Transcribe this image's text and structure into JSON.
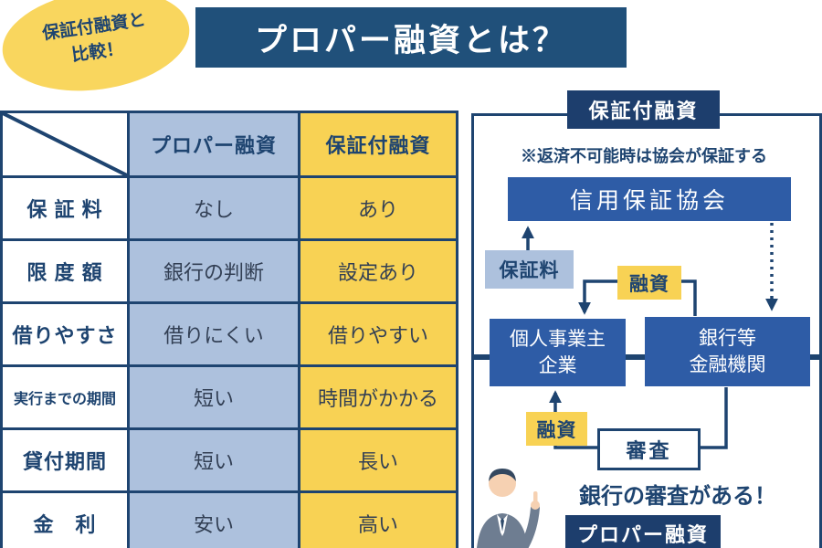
{
  "badge": {
    "line1": "保証付融資と",
    "line2": "比較！"
  },
  "title": "プロパー融資とは？",
  "table": {
    "col_headers": [
      "プロパー融資",
      "保証付融資"
    ],
    "rows": [
      {
        "label": "保 証 料",
        "proper": "なし",
        "guaranteed": "あり"
      },
      {
        "label": "限 度 額",
        "proper": "銀行の判断",
        "guaranteed": "設定あり"
      },
      {
        "label": "借りやすさ",
        "proper": "借りにくい",
        "guaranteed": "借りやすい"
      },
      {
        "label": "実行までの期間",
        "proper": "短い",
        "guaranteed": "時間がかかる"
      },
      {
        "label": "貸付期間",
        "proper": "短い",
        "guaranteed": "長い"
      },
      {
        "label": "金　利",
        "proper": "安い",
        "guaranteed": "高い"
      }
    ]
  },
  "diagram": {
    "guaranteed_label": "保証付融資",
    "note": "※返済不可能時は協会が保証する",
    "association": "信用保証協会",
    "fee": "保証料",
    "loan_top": "融資",
    "company_line1": "個人事業主",
    "company_line2": "企業",
    "bank_line1": "銀行等",
    "bank_line2": "金融機関",
    "loan_bottom": "融資",
    "screening": "審査",
    "caption": "銀行の審査がある！",
    "proper_label": "プロパー融資"
  },
  "colors": {
    "navy": "#1e4470",
    "dark_label_navy": "#1d3e6d",
    "title_navy": "#20507a",
    "blue_box": "#2e5ca6",
    "light_blue": "#adc1dd",
    "yellow": "#f8d254",
    "badge_yellow": "#f9d65e",
    "background": "#ffffff"
  }
}
